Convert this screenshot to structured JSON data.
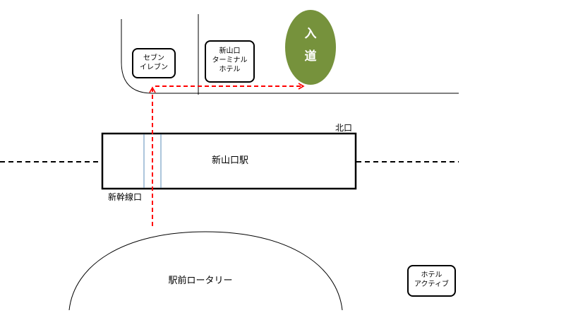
{
  "map": {
    "landmarks": {
      "seven_eleven": {
        "line1": "セブン",
        "line2": "イレブン"
      },
      "terminal_hotel": {
        "line1": "新山口",
        "line2": "ターミナル",
        "line3": "ホテル"
      },
      "destination": {
        "char1": "入",
        "char2": "道",
        "color": "#76923c"
      },
      "station": {
        "name": "新山口駅"
      },
      "north_exit": {
        "label": "北口"
      },
      "shinkansen_exit": {
        "label": "新幹線口"
      },
      "rotary": {
        "label": "駅前ロータリー"
      },
      "hotel_active": {
        "line1": "ホテル",
        "line2": "アクティブ"
      }
    },
    "route": {
      "color": "#ff0000",
      "style": "dashed"
    },
    "colors": {
      "background": "#ffffff",
      "outside": "#ffffff",
      "passage": "#5b8db8"
    }
  }
}
